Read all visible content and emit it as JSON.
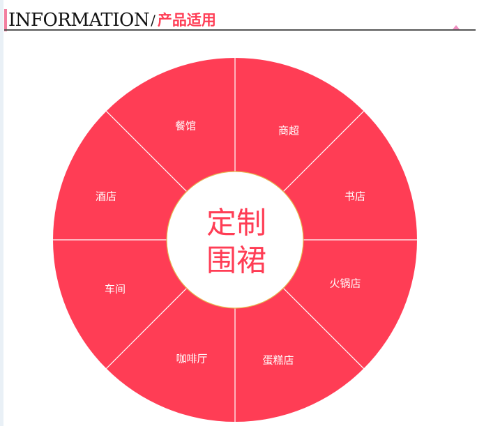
{
  "header": {
    "title_en": "INFORMATION",
    "separator": "/",
    "title_cn": "产品适用"
  },
  "wheel": {
    "center_line1": "定制",
    "center_line2": "围裙",
    "segments": [
      "餐馆",
      "商超",
      "书店",
      "火锅店",
      "蛋糕店",
      "咖啡厅",
      "车间",
      "酒店"
    ]
  },
  "colors": {
    "accent": "#ff3d55",
    "accent_bar": "#f27fa0",
    "rule": "#555555",
    "wheel_fill": "#ff3d55",
    "center_ring": "#e6b64f",
    "segment_divider": "#ffffff"
  }
}
